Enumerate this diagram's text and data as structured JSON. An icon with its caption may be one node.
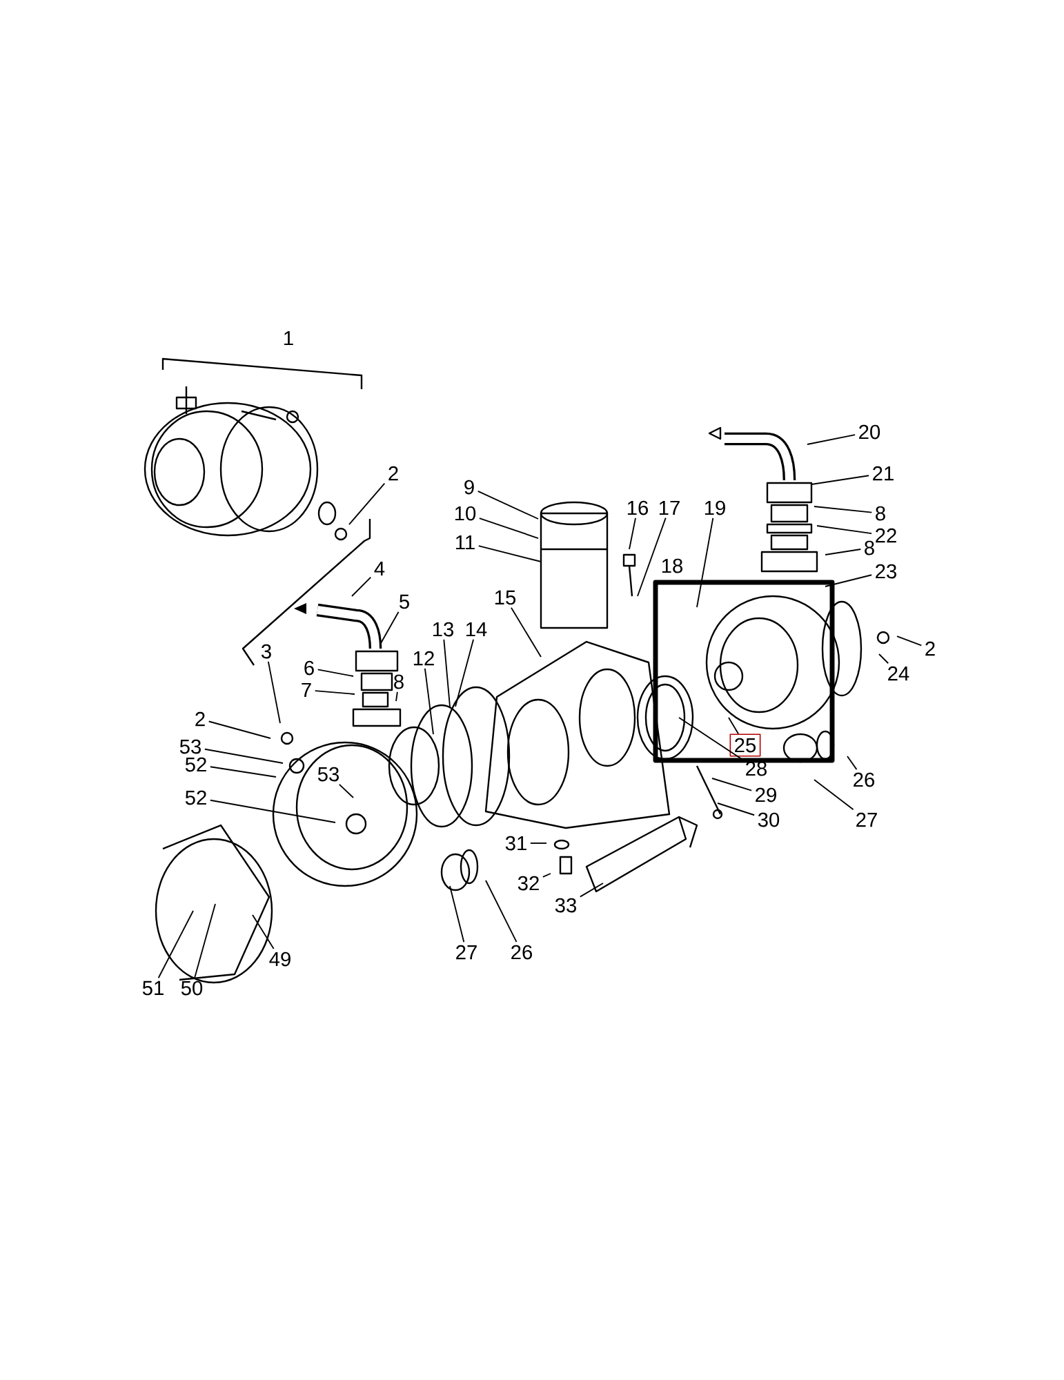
{
  "diagram": {
    "nodes": [
      {
        "text": [
          "1"
        ]
      },
      {
        "text": [
          "20"
        ]
      },
      {
        "text": [
          "21"
        ]
      },
      {
        "text": [
          "9"
        ]
      },
      {
        "text": [
          "2"
        ]
      },
      {
        "text": [
          "16"
        ]
      },
      {
        "text": [
          "17"
        ]
      },
      {
        "text": [
          "19"
        ]
      },
      {
        "text": [
          "8"
        ]
      },
      {
        "text": [
          "10"
        ]
      },
      {
        "text": [
          "22"
        ]
      },
      {
        "text": [
          "11"
        ]
      },
      {
        "text": [
          "8"
        ]
      },
      {
        "text": [
          "4"
        ]
      },
      {
        "text": [
          "23"
        ]
      },
      {
        "text": [
          "18"
        ]
      },
      {
        "text": [
          "15"
        ]
      },
      {
        "text": [
          "5"
        ]
      },
      {
        "text": [
          "13"
        ]
      },
      {
        "text": [
          "14"
        ]
      },
      {
        "text": [
          "2"
        ]
      },
      {
        "text": [
          "3"
        ]
      },
      {
        "text": [
          "12"
        ]
      },
      {
        "text": [
          "6"
        ]
      },
      {
        "text": [
          "24"
        ]
      },
      {
        "text": [
          "8"
        ]
      },
      {
        "text": [
          "7"
        ]
      },
      {
        "text": [
          "2"
        ]
      },
      {
        "text": [
          "25"
        ]
      },
      {
        "text": [
          "53"
        ]
      },
      {
        "text": [
          "52"
        ]
      },
      {
        "text": [
          "28"
        ]
      },
      {
        "text": [
          "26"
        ]
      },
      {
        "text": [
          "53"
        ]
      },
      {
        "text": [
          "29"
        ]
      },
      {
        "text": [
          "52"
        ]
      },
      {
        "text": [
          "30"
        ]
      },
      {
        "text": [
          "27"
        ]
      },
      {
        "text": [
          "31"
        ]
      },
      {
        "text": [
          "32"
        ]
      },
      {
        "text": [
          "33"
        ]
      },
      {
        "text": [
          "27"
        ]
      },
      {
        "text": [
          "26"
        ]
      },
      {
        "text": [
          "49"
        ]
      },
      {
        "text": [
          "51"
        ]
      },
      {
        "text": [
          "50"
        ]
      }
    ],
    "edges": [
      {
        "from": 1,
        "to": null,
        "arrow": "none"
      },
      {
        "from": 2,
        "to": null,
        "arrow": "none"
      },
      {
        "from": 3,
        "to": null,
        "arrow": "none"
      },
      {
        "from": 4,
        "to": null,
        "arrow": "none"
      },
      {
        "from": 5,
        "to": null,
        "arrow": "none"
      },
      {
        "from": 6,
        "to": null,
        "arrow": "none"
      },
      {
        "from": 7,
        "to": null,
        "arrow": "none"
      },
      {
        "from": 8,
        "to": null,
        "arrow": "none"
      },
      {
        "from": 9,
        "to": null,
        "arrow": "none"
      },
      {
        "from": 10,
        "to": null,
        "arrow": "none"
      },
      {
        "from": 11,
        "to": null,
        "arrow": "none"
      },
      {
        "from": 12,
        "to": null,
        "arrow": "none"
      },
      {
        "from": 13,
        "to": null,
        "arrow": "none"
      },
      {
        "from": 14,
        "to": null,
        "arrow": "none"
      },
      {
        "from": 16,
        "to": null,
        "arrow": "none"
      },
      {
        "from": 17,
        "to": null,
        "arrow": "none"
      },
      {
        "from": 18,
        "to": null,
        "arrow": "none"
      },
      {
        "from": 19,
        "to": null,
        "arrow": "none"
      },
      {
        "from": 20,
        "to": null,
        "arrow": "none"
      },
      {
        "from": 21,
        "to": null,
        "arrow": "none"
      },
      {
        "from": 22,
        "to": null,
        "arrow": "none"
      },
      {
        "from": 23,
        "to": null,
        "arrow": "none"
      },
      {
        "from": 24,
        "to": null,
        "arrow": "none"
      },
      {
        "from": 25,
        "to": null,
        "arrow": "none"
      },
      {
        "from": 26,
        "to": null,
        "arrow": "none"
      },
      {
        "from": 27,
        "to": null,
        "arrow": "none"
      },
      {
        "from": 28,
        "to": null,
        "arrow": "none"
      },
      {
        "from": 29,
        "to": null,
        "arrow": "none"
      },
      {
        "from": 30,
        "to": null,
        "arrow": "none"
      },
      {
        "from": 31,
        "to": null,
        "arrow": "none"
      },
      {
        "from": 32,
        "to": null,
        "arrow": "none"
      },
      {
        "from": 33,
        "to": null,
        "arrow": "none"
      },
      {
        "from": 34,
        "to": null,
        "arrow": "none"
      },
      {
        "from": 35,
        "to": null,
        "arrow": "none"
      },
      {
        "from": 36,
        "to": null,
        "arrow": "none"
      },
      {
        "from": 37,
        "to": null,
        "arrow": "none"
      },
      {
        "from": 38,
        "to": null,
        "arrow": "none"
      },
      {
        "from": 39,
        "to": null,
        "arrow": "none"
      },
      {
        "from": 40,
        "to": null,
        "arrow": "none"
      },
      {
        "from": 41,
        "to": null,
        "arrow": "none"
      },
      {
        "from": 42,
        "to": null,
        "arrow": "none"
      },
      {
        "from": 43,
        "to": null,
        "arrow": "none"
      },
      {
        "from": 44,
        "to": null,
        "arrow": "none"
      },
      {
        "from": 45,
        "to": null,
        "arrow": "none"
      }
    ]
  }
}
